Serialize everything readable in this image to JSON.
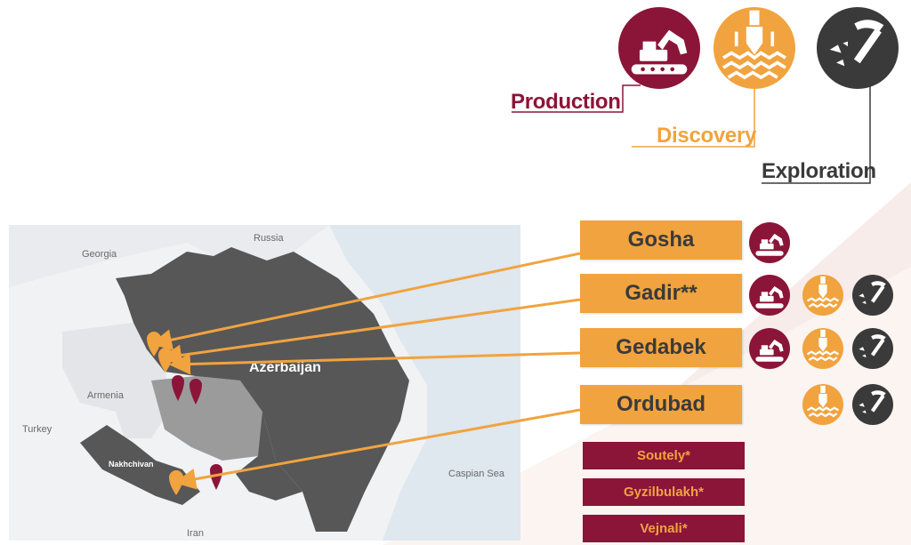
{
  "colors": {
    "production": "#8b1538",
    "discovery": "#f1a33f",
    "exploration": "#3a3a3a"
  },
  "legend": {
    "production_label": "Production",
    "discovery_label": "Discovery",
    "exploration_label": "Exploration"
  },
  "map": {
    "countries": [
      "Russia",
      "Georgia",
      "Azerbaijan",
      "Armenia",
      "Turkey",
      "Nakhchivan",
      "Iran",
      "Caspian Sea"
    ]
  },
  "sites": [
    {
      "name": "Gosha",
      "stages": [
        "production"
      ]
    },
    {
      "name": "Gadir**",
      "stages": [
        "production",
        "discovery",
        "exploration"
      ]
    },
    {
      "name": "Gedabek",
      "stages": [
        "production",
        "discovery",
        "exploration"
      ]
    },
    {
      "name": "Ordubad",
      "stages": [
        "discovery",
        "exploration"
      ]
    }
  ],
  "other_sites": [
    "Soutely*",
    "Gyzilbulakh*",
    "Vejnali*"
  ],
  "icons": {
    "production": "excavator-icon",
    "discovery": "drill-icon",
    "exploration": "pickaxe-icon"
  }
}
